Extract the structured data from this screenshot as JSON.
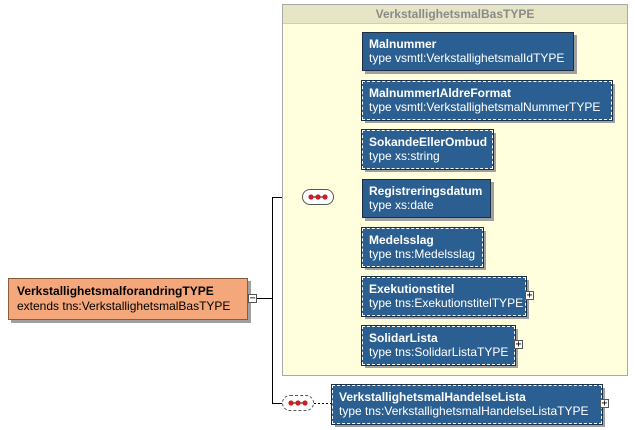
{
  "group": {
    "title": "VerkstallighetsmalBasTYPE"
  },
  "root": {
    "name": "VerkstallighetsmalforandringTYPE",
    "type": "extends tns:VerkstallighetsmalBasTYPE"
  },
  "elements": [
    {
      "name": "Malnummer",
      "type": "type vsmtl:VerkstallighetsmalIdTYPE"
    },
    {
      "name": "MalnummerIAldreFormat",
      "type": "type vsmtl:VerkstallighetsmalNummerTYPE"
    },
    {
      "name": "SokandeEllerOmbud",
      "type": "type xs:string"
    },
    {
      "name": "Registreringsdatum",
      "type": "type xs:date"
    },
    {
      "name": "Medelsslag",
      "type": "type tns:Medelsslag"
    },
    {
      "name": "Exekutionstitel",
      "type": "type tns:ExekutionstitelTYPE"
    },
    {
      "name": "SolidarLista",
      "type": "type tns:SolidarListaTYPE"
    }
  ],
  "handelse": {
    "name": "VerkstallighetsmalHandelseLista",
    "type": "type tns:VerkstallighetsmalHandelseListaTYPE"
  },
  "glyphs": {
    "collapse": "−",
    "expand": "+"
  },
  "colors": {
    "element_fill": "#2c5f91",
    "root_fill": "#f4a77a",
    "group_fill": "#ffffdd"
  }
}
